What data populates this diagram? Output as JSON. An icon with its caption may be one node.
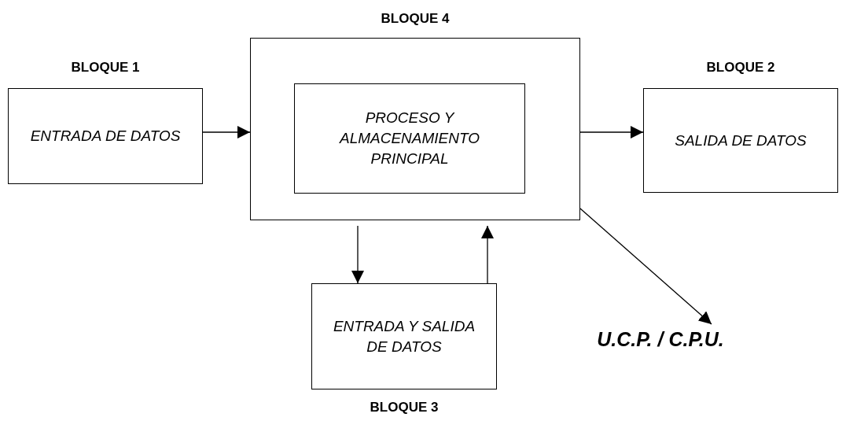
{
  "diagram": {
    "nodes": [
      {
        "text": [
          "BLOQUE 1",
          "ENTRADA DE DATOS"
        ]
      },
      {
        "text": [
          "BLOQUE 4"
        ]
      },
      {
        "text": [
          "PROCESO Y ALMACENAMIENTO PRINCIPAL"
        ],
        "in": 1
      },
      {
        "text": [
          "BLOQUE 2",
          "SALIDA DE DATOS"
        ]
      },
      {
        "text": [
          "ENTRADA Y SALIDA DE DATOS",
          "BLOQUE 3"
        ]
      },
      {
        "text": [
          "U.C.P. / C.P.U."
        ]
      }
    ],
    "edges": [
      {
        "from": 0,
        "to": 1,
        "arrow": "to"
      },
      {
        "from": 1,
        "to": 3,
        "arrow": "to"
      },
      {
        "from": 1,
        "to": 4,
        "arrow": "to"
      },
      {
        "from": 4,
        "to": 1,
        "arrow": "to"
      },
      {
        "from": 1,
        "to": 5,
        "arrow": "to"
      }
    ]
  }
}
